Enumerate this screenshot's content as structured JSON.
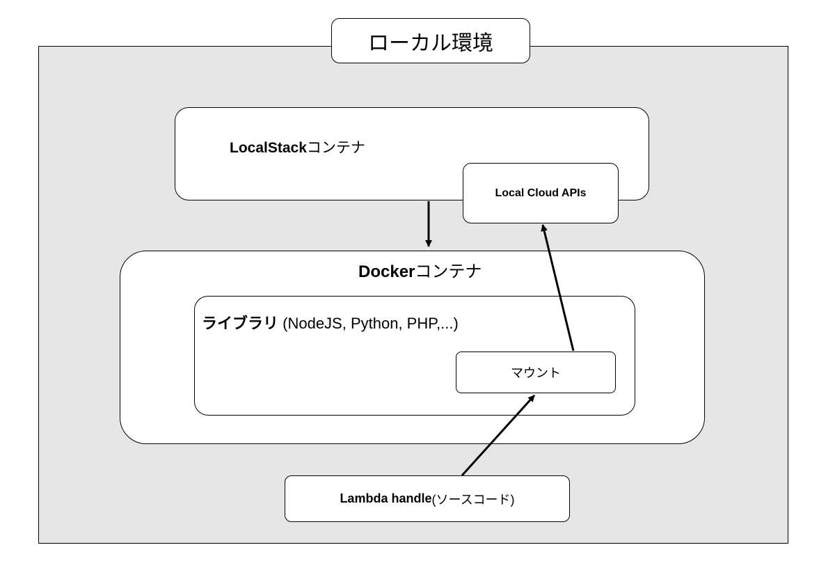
{
  "environment": {
    "title": "ローカル環境"
  },
  "localstack": {
    "bold": "LocalStack",
    "suffix": "コンテナ"
  },
  "cloud_apis": {
    "label": "Local Cloud APIs"
  },
  "docker": {
    "bold": "Docker",
    "suffix": "コンテナ"
  },
  "library": {
    "bold": "ライブラリ",
    "suffix": " (NodeJS, Python, PHP,...)"
  },
  "mount": {
    "label": "マウント"
  },
  "lambda": {
    "bold": "Lambda handle",
    "suffix": " (ソースコード)"
  }
}
